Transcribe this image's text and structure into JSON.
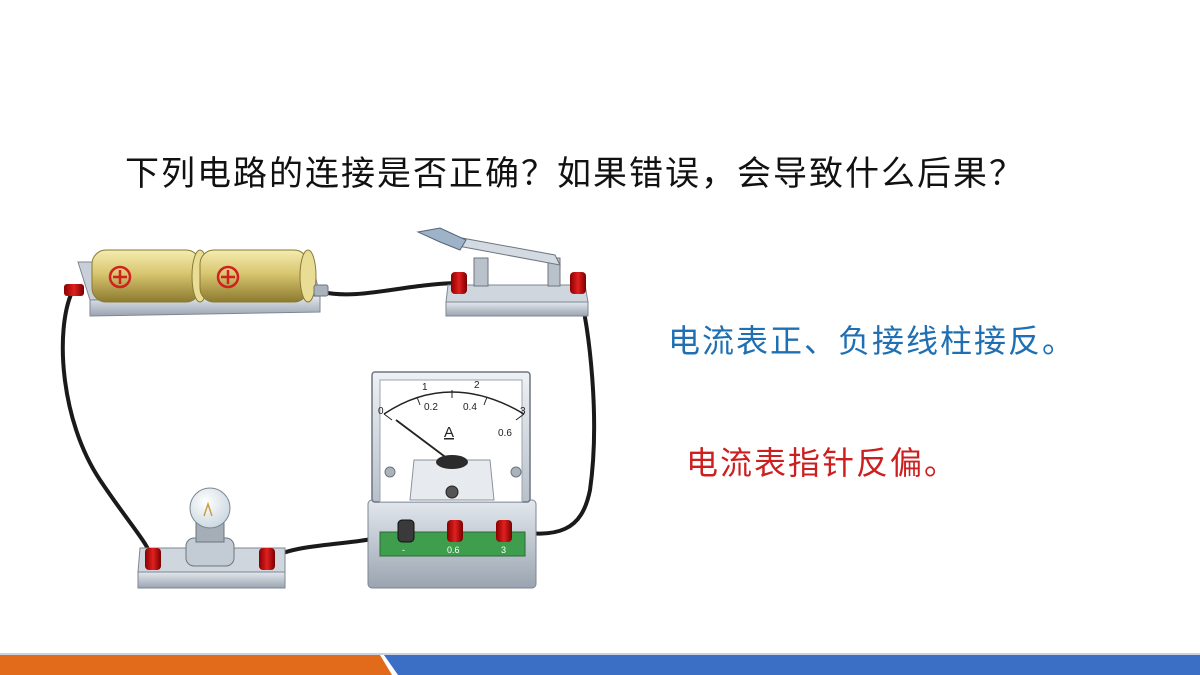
{
  "slide": {
    "question": "下列电路的连接是否正确？如果错误，会导致什么后果？",
    "answer_1": "电流表正、负接线柱接反。",
    "answer_2": "电流表指针反偏。"
  },
  "ammeter": {
    "symbol": "A",
    "scale_top": [
      "0",
      "1",
      "2",
      "3"
    ],
    "scale_bottom": [
      "0.2",
      "0.4",
      "0.6"
    ],
    "terminals": [
      "-",
      "0.6",
      "3"
    ]
  },
  "battery": {
    "cell_icon": "plus-icon"
  },
  "colors": {
    "question": "#111111",
    "answer_1": "#1f6fb2",
    "answer_2": "#cc1f1f",
    "footer_orange": "#e26a1b",
    "footer_blue": "#3b6fc6"
  }
}
